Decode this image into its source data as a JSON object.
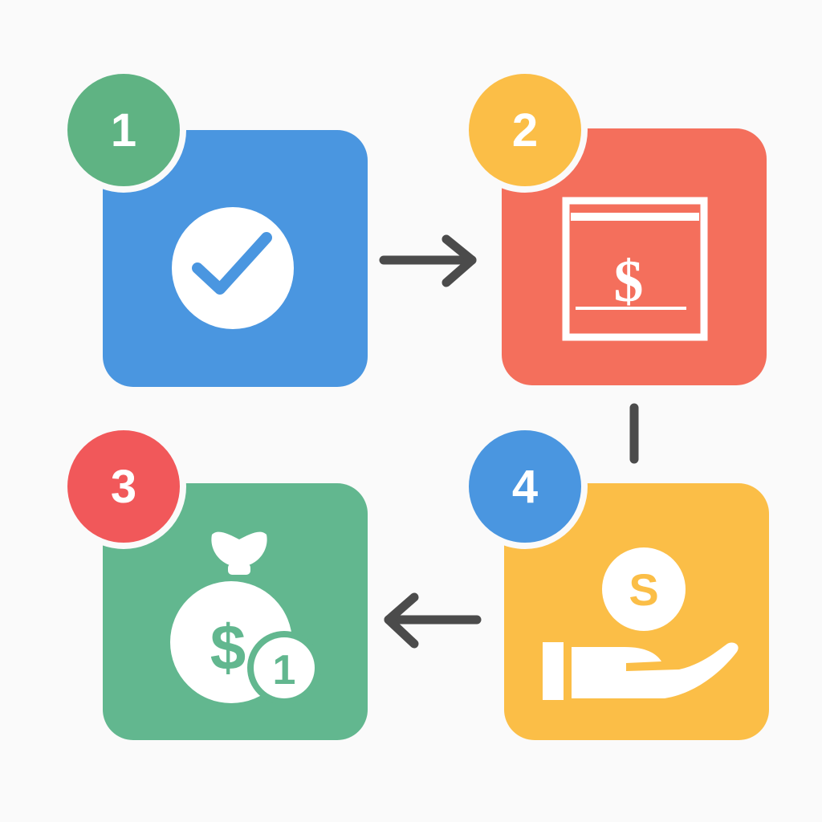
{
  "colors": {
    "background": "#fafafa",
    "blue": "#4a96e0",
    "red": "#f46f5c",
    "green": "#62b78f",
    "yellow": "#fbbe47",
    "connector": "#4b4b4b",
    "icon": "#ffffff"
  },
  "steps": [
    {
      "number": "1",
      "card_color": "#4a96e0",
      "badge_color": "#5fb383",
      "icon": "check-circle-icon"
    },
    {
      "number": "2",
      "card_color": "#f46f5c",
      "badge_color": "#fbbe47",
      "icon": "invoice-window-icon",
      "icon_glyph": "$"
    },
    {
      "number": "3",
      "card_color": "#62b78f",
      "badge_color": "#f1585a",
      "icon": "money-bag-icon",
      "icon_glyph": "$",
      "coin_glyph": "1"
    },
    {
      "number": "4",
      "card_color": "#fbbe47",
      "badge_color": "#4a96e0",
      "icon": "hand-coin-icon",
      "icon_glyph": "S"
    }
  ],
  "connectors": [
    {
      "from": "1",
      "to": "2",
      "style": "arrow",
      "direction": "right"
    },
    {
      "from": "2",
      "to": "4",
      "style": "line",
      "direction": "down"
    },
    {
      "from": "4",
      "to": "3",
      "style": "arrow",
      "direction": "left"
    }
  ]
}
